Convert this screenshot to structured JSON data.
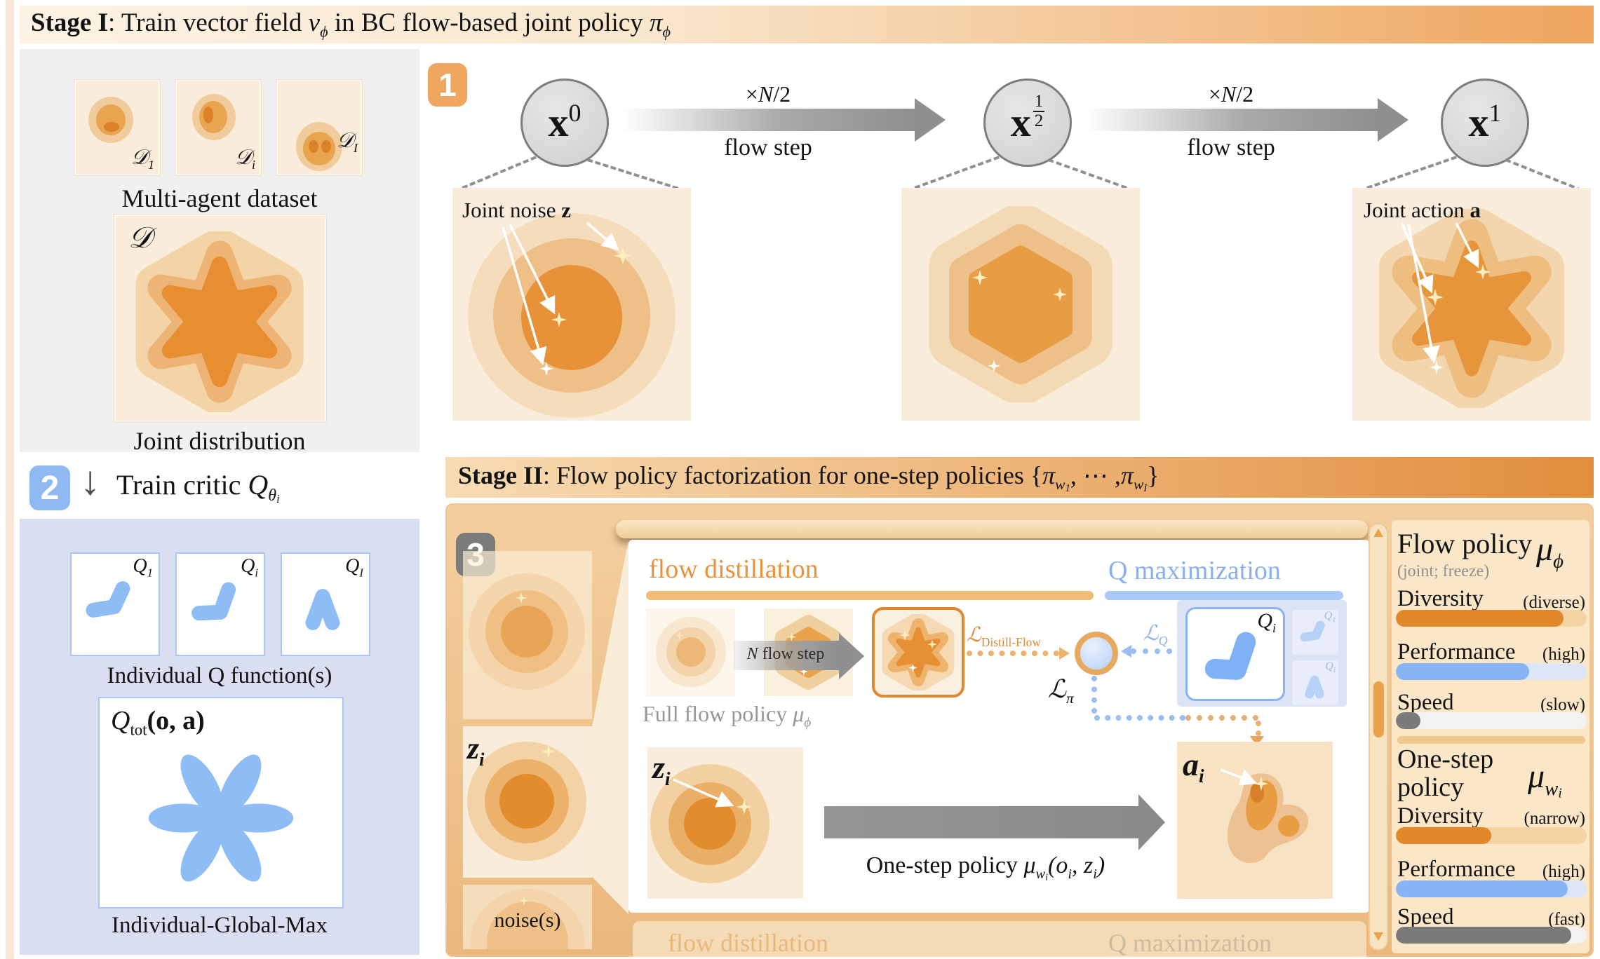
{
  "colors": {
    "accent_orange": "#e8923c",
    "accent_blue": "#8ab1ee",
    "bar_orange": "#e0882a",
    "bar_blue": "#87b4f2",
    "bar_grey": "#7a7a7a",
    "badge1": "#efa75f",
    "badge2": "#8fb9f3",
    "badge3": "#7b7b7b"
  },
  "stage1": {
    "badge": "1",
    "title": {
      "bold": "Stage I",
      "t1": ": Train vector field ",
      "v": "v",
      "vsub": "ϕ",
      "t2": " in BC flow-based joint policy ",
      "pi": "π",
      "pisub": "ϕ"
    },
    "flow": {
      "node0": {
        "base": "x",
        "sup": "0"
      },
      "node_half": {
        "base": "x",
        "num": "1",
        "den": "2"
      },
      "node1": {
        "base": "x",
        "sup": "1"
      },
      "arrow1": {
        "times": "×",
        "n": "N",
        "rest": "/2",
        "bottom": "flow step"
      },
      "arrow2": {
        "times": "×",
        "n": "N",
        "rest": "/2",
        "bottom": "flow step"
      },
      "noise_label": {
        "t": "Joint noise ",
        "sym": "z"
      },
      "action_label": {
        "t": "Joint action ",
        "sym": "a"
      }
    }
  },
  "dataset_panel": {
    "box_labels": [
      {
        "d": "𝒟",
        "sub": "1"
      },
      {
        "d": "𝒟",
        "sub": "i"
      },
      {
        "d": "𝒟",
        "sub": "I"
      }
    ],
    "caption": "Multi-agent dataset",
    "joint_symbol": "𝒟",
    "joint_caption": "Joint distribution"
  },
  "step2": {
    "badge": "2",
    "arrow": "↓",
    "t": "Train critic ",
    "q": "Q",
    "qsub": "θ",
    "qsubsub": "i"
  },
  "critic_panel": {
    "box_labels": [
      {
        "q": "Q",
        "sub": "1"
      },
      {
        "q": "Q",
        "sub": "i"
      },
      {
        "q": "Q",
        "sub": "I"
      }
    ],
    "caption": "Individual Q function(s)",
    "qtot": {
      "q": "Q",
      "sub": "tot",
      "args": "(o, a)"
    },
    "caption2": "Individual-Global-Max"
  },
  "stage2": {
    "badge": "3",
    "title": {
      "bold": "Stage II",
      "t1": ": Flow policy factorization for one-step policies {",
      "pi1": "π",
      "w1": "w",
      "w1s": "1",
      "dots": ", ⋯ ,",
      "pi2": "π",
      "w2": "w",
      "w2s": "I",
      "t2": "}"
    },
    "noise_stack": {
      "z": "z",
      "zsub": "i",
      "caption": "noise(s)"
    },
    "window": {
      "header_left": "flow distillation",
      "header_right": "Q maximization",
      "nflow": {
        "n": "N",
        "t": " flow step"
      },
      "full_flow": {
        "t": "Full flow policy ",
        "mu": "μ",
        "sub": "ϕ"
      },
      "loss_distill": {
        "l": "ℒ",
        "sub": "Distill-Flow"
      },
      "loss_q": {
        "l": "ℒ",
        "sub": "Q"
      },
      "loss_pi": {
        "l": "ℒ",
        "sub": "π"
      },
      "qi": {
        "q": "Q",
        "sub": "i"
      },
      "q1": {
        "q": "Q",
        "sub": "1"
      },
      "qI": {
        "q": "Q",
        "sub": "I"
      },
      "zi": {
        "z": "z",
        "sub": "i"
      },
      "ai": {
        "a": "a",
        "sub": "i"
      },
      "one_step": {
        "t": "One-step policy ",
        "mu": "μ",
        "w": "w",
        "wi": "i",
        "a1": "(o",
        "s1": "i",
        "a2": ", z",
        "s2": "i",
        "a3": ")"
      }
    }
  },
  "sidebar": {
    "flow": {
      "title": "Flow policy",
      "mu": "μ",
      "musub": "ϕ",
      "note": "(joint; freeze)",
      "metrics": [
        {
          "label": "Diversity",
          "tag": "(diverse)",
          "pct": 88
        },
        {
          "label": "Performance",
          "tag": "(high)",
          "pct": 70
        },
        {
          "label": "Speed",
          "tag": "(slow)",
          "pct": 13
        }
      ]
    },
    "onestep": {
      "title1": "One-step",
      "title2": "policy",
      "mu": "μ",
      "musub": "w",
      "musubsub": "i",
      "metrics": [
        {
          "label": "Diversity",
          "tag": "(narrow)",
          "pct": 50
        },
        {
          "label": "Performance",
          "tag": "(high)",
          "pct": 90
        },
        {
          "label": "Speed",
          "tag": "(fast)",
          "pct": 92
        }
      ]
    }
  }
}
